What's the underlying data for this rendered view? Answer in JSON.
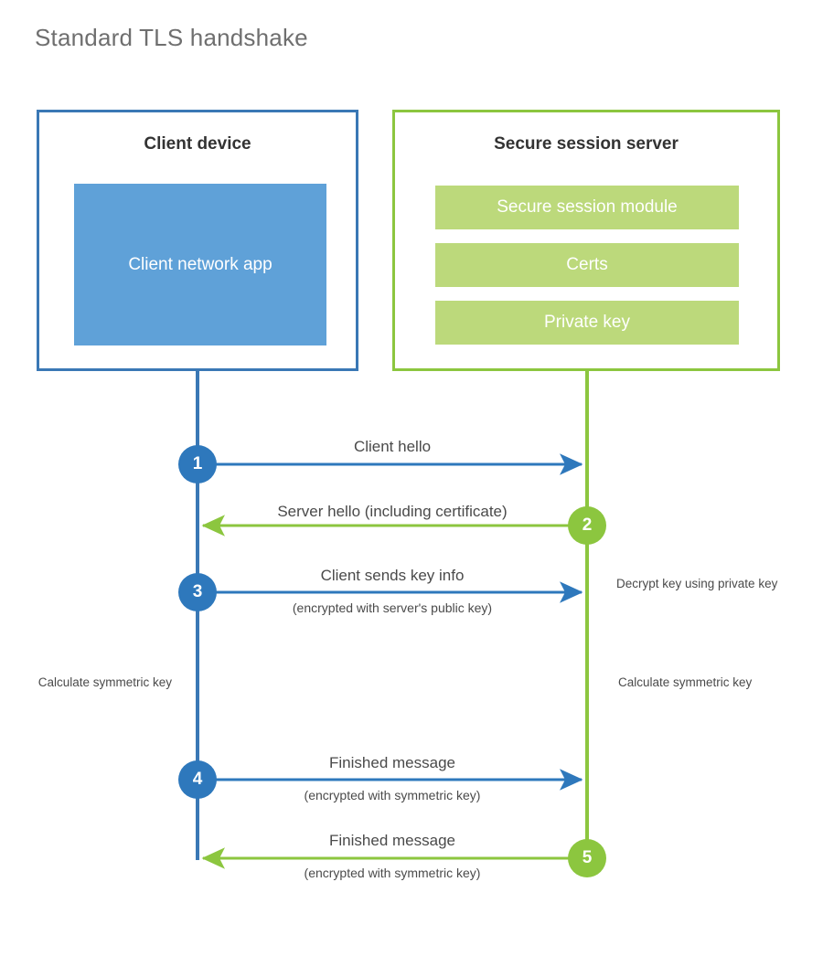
{
  "title": "Standard TLS handshake",
  "colors": {
    "client_border": "#3a78b5",
    "client_app_fill": "#5fa1d8",
    "client_accent": "#2e78bc",
    "server_border": "#8cc63f",
    "server_bar_fill": "#bcd97b",
    "server_accent": "#8cc63f",
    "title_text": "#6f6f6f",
    "body_text": "#4a4a4a",
    "heading_text": "#333333",
    "background": "#ffffff"
  },
  "client": {
    "title": "Client device",
    "app_label": "Client network app"
  },
  "server": {
    "title": "Secure session server",
    "components": [
      {
        "label": "Secure session module"
      },
      {
        "label": "Certs"
      },
      {
        "label": "Private key"
      }
    ]
  },
  "steps": [
    {
      "number": "1",
      "label": "Client hello",
      "sub": "",
      "direction": "client-to-server",
      "color": "#2e78bc"
    },
    {
      "number": "2",
      "label": "Server hello (including certificate)",
      "sub": "",
      "direction": "server-to-client",
      "color": "#8cc63f"
    },
    {
      "number": "3",
      "label": "Client sends key info",
      "sub": "(encrypted with server's public key)",
      "direction": "client-to-server",
      "color": "#2e78bc"
    },
    {
      "number": "4",
      "label": "Finished message",
      "sub": "(encrypted with symmetric key)",
      "direction": "client-to-server",
      "color": "#2e78bc"
    },
    {
      "number": "5",
      "label": "Finished message",
      "sub": "(encrypted with symmetric key)",
      "direction": "server-to-client",
      "color": "#8cc63f"
    }
  ],
  "annotations": {
    "decrypt_note": "Decrypt key using private key",
    "client_calculate": "Calculate symmetric key",
    "server_calculate": "Calculate symmetric key"
  }
}
